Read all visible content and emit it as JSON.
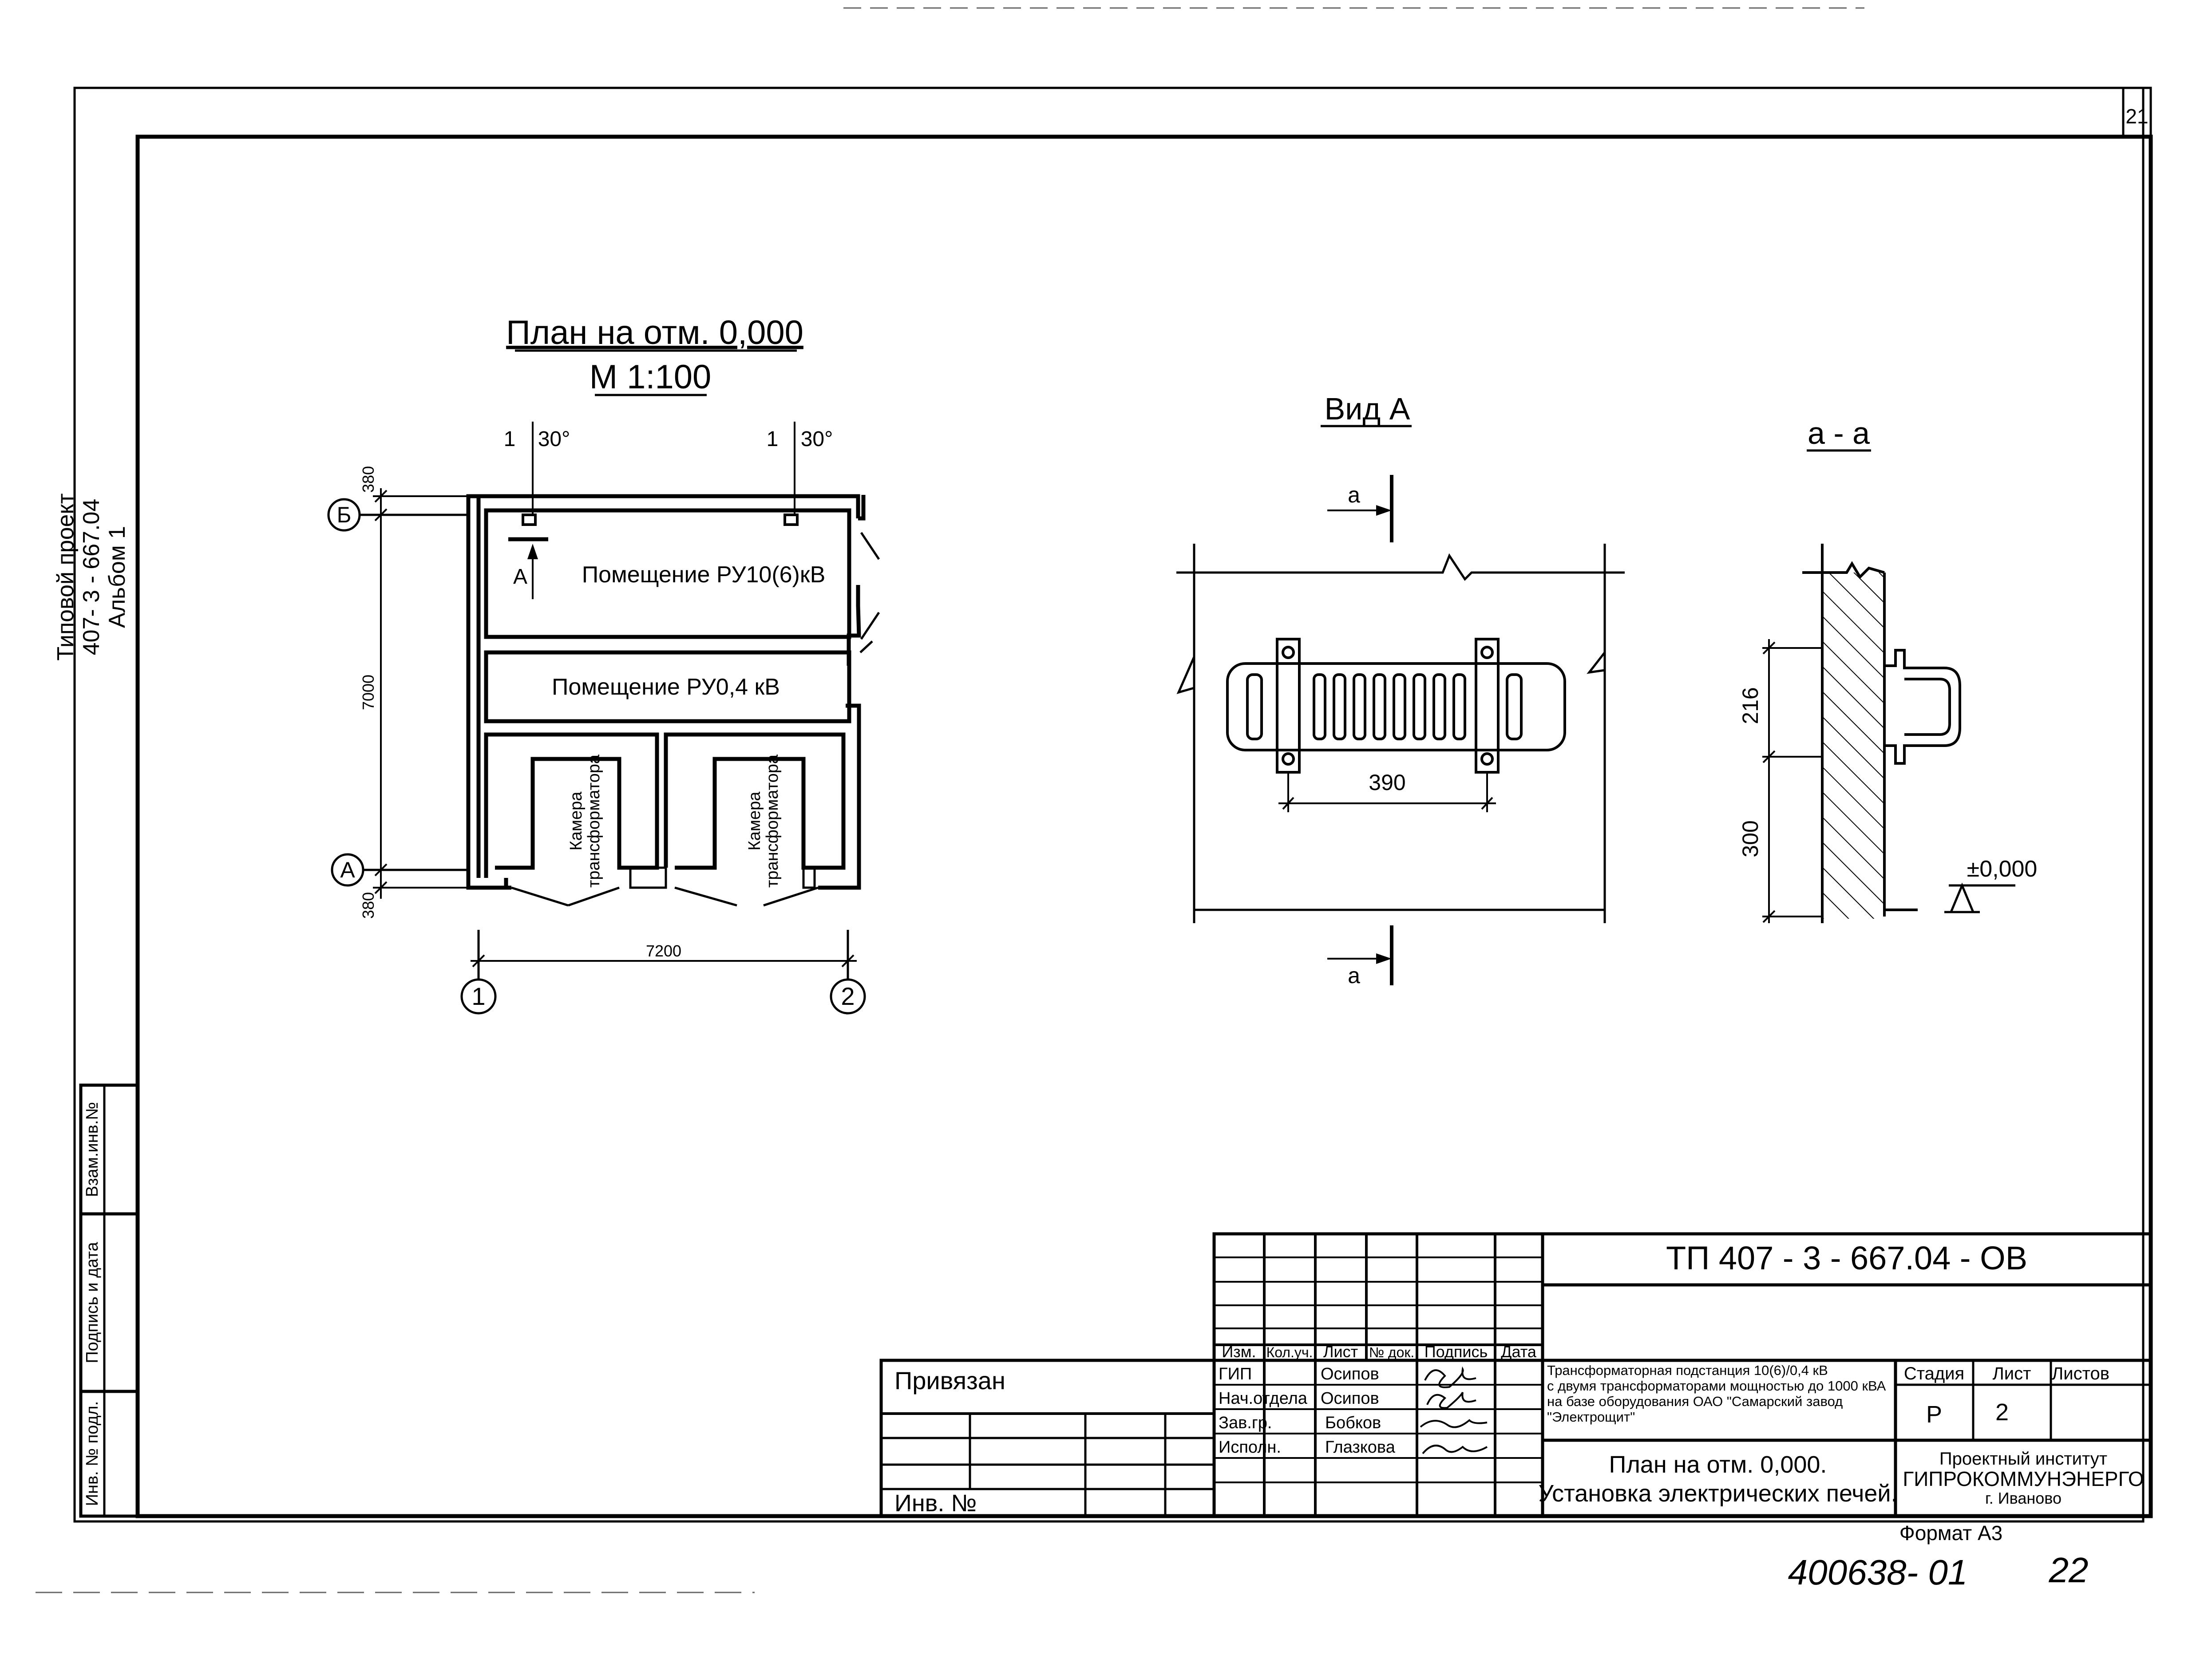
{
  "sheet": {
    "page_number": "21",
    "format_label": "Формат А3",
    "archive_number": "400638- 01",
    "archive_sheet": "22",
    "side_label": [
      "Типовой проект",
      "407- 3 - 667.04",
      "Альбом 1"
    ]
  },
  "left_stamp": {
    "cells": [
      "Взам.инв.№",
      "Подпись и дата",
      "Инв. № подл."
    ]
  },
  "plan": {
    "title": "План на отм. 0,000",
    "scale": "М 1:100",
    "room_ru10": "Помещение РУ10(6)кВ",
    "room_ru04": "Помещение   РУ0,4 кВ",
    "chamber_1": [
      "Камера",
      "трансформатора"
    ],
    "chamber_2": [
      "Камера",
      "трансформатора"
    ],
    "heater_1_label": "1",
    "heater_1_angle": "30°",
    "heater_2_label": "1",
    "heater_2_angle": "30°",
    "view_marker": "А",
    "axis_b": "Б",
    "axis_a": "А",
    "axis_1": "1",
    "axis_2": "2",
    "dim_top": "380",
    "dim_height": "7000",
    "dim_bottom": "380",
    "dim_width": "7200"
  },
  "view_a": {
    "title": "Вид А",
    "section_mark_top": "а",
    "section_mark_bottom": "а",
    "dim_width": "390"
  },
  "section_aa": {
    "title": "а - а",
    "dim_upper": "216",
    "dim_lower": "300",
    "elevation": "±0,000"
  },
  "title_block": {
    "code": "ТП   407 - 3 - 667.04 -  ОВ",
    "bound_label": "Привязан",
    "inv_label": "Инв. №",
    "headers": [
      "Изм.",
      "Кол.уч.",
      "Лист",
      "№ док.",
      "Подпись",
      "Дата"
    ],
    "roles": [
      {
        "role": "ГИП",
        "name": "Осипов"
      },
      {
        "role": "Нач.отдела",
        "name": "Осипов"
      },
      {
        "role": "Зав.гр.",
        "name": "Бобков"
      },
      {
        "role": "Исполн.",
        "name": "Глазкова"
      }
    ],
    "object_description": [
      "Трансформаторная подстанция 10(6)/0,4 кВ",
      "с двумя трансформаторами мощностью до 1000 кВА",
      "на базе оборудования ОАО \"Самарский завод",
      "\"Электрощит\""
    ],
    "sheet_title": [
      "План на отм. 0,000.",
      "Установка электрических печей."
    ],
    "stage_header": "Стадия",
    "sheet_header": "Лист",
    "sheets_header": "Листов",
    "stage_value": "Р",
    "sheet_value": "2",
    "sheets_value": "",
    "organization": [
      "Проектный институт",
      "ГИПРОКОММУНЭНЕРГО",
      "г. Иваново"
    ]
  }
}
